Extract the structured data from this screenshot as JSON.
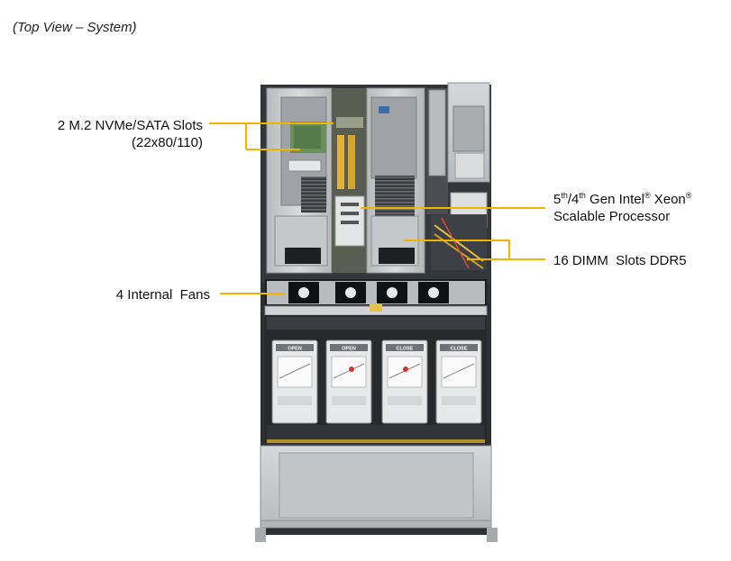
{
  "caption": "(Top View – System)",
  "callouts": {
    "m2": {
      "line1": "2 M.2 NVMe/SATA Slots",
      "line2": "(22x80/110)"
    },
    "cpu": {
      "sup1": "th",
      "sup2": "th",
      "t1": "5",
      "t2": "/4",
      "t3": " Gen Intel",
      "reg1": "®",
      "t4": " Xeon",
      "reg2": "®",
      "line2": "Scalable Processor"
    },
    "dimm": {
      "text": "16 DIMM  Slots DDR5"
    },
    "fans": {
      "text": "4 Internal  Fans"
    }
  },
  "drive_bays": [
    {
      "tag": "OPEN"
    },
    {
      "tag": "OPEN"
    },
    {
      "tag": "CLOSE"
    },
    {
      "tag": "CLOSE"
    }
  ],
  "colors": {
    "callout_line": "#f2b400",
    "chassis": "#c9cbcd",
    "chassis_dark": "#2a2d31"
  }
}
